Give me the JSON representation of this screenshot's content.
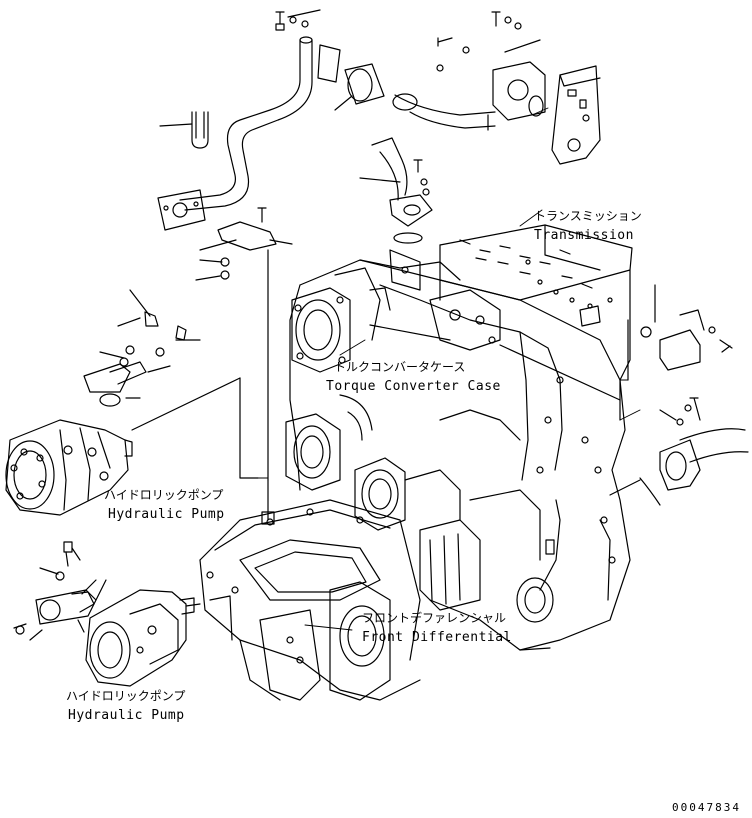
{
  "labels": {
    "transmission": {
      "jp": "トランスミッション",
      "en": "Transmission"
    },
    "torque_converter": {
      "jp": "トルクコンバータケース",
      "en": "Torque Converter Case"
    },
    "hydraulic_pump_1": {
      "jp": "ハイドロリックポンプ",
      "en": "Hydraulic Pump"
    },
    "front_differential": {
      "jp": "フロントデファレンシャル",
      "en": "Front Differential"
    },
    "hydraulic_pump_2": {
      "jp": "ハイドロリックポンプ",
      "en": "Hydraulic Pump"
    }
  },
  "document_number": "00047834",
  "colors": {
    "line": "#000000",
    "background": "#ffffff"
  }
}
